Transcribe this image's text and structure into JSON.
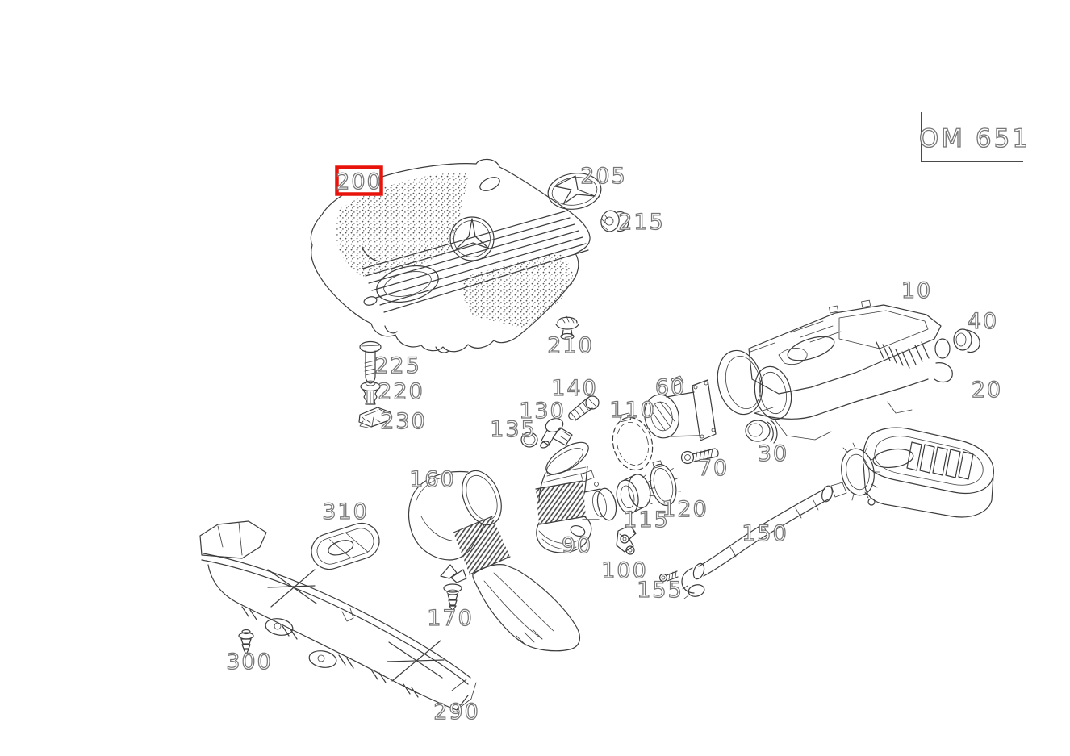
{
  "diagram": {
    "engine_code": "OM 651",
    "highlighted_part": "200",
    "colors": {
      "highlight": "#e8140c",
      "line": "#3c3c3c",
      "label_outline": "#767676",
      "background": "#ffffff"
    },
    "labels": [
      {
        "text": "200"
      },
      {
        "text": "205"
      },
      {
        "text": "215"
      },
      {
        "text": "210"
      },
      {
        "text": "225"
      },
      {
        "text": "220"
      },
      {
        "text": "230"
      },
      {
        "text": "10"
      },
      {
        "text": "40"
      },
      {
        "text": "20"
      },
      {
        "text": "30"
      },
      {
        "text": "70"
      },
      {
        "text": "60"
      },
      {
        "text": "110"
      },
      {
        "text": "140"
      },
      {
        "text": "130"
      },
      {
        "text": "135"
      },
      {
        "text": "160"
      },
      {
        "text": "120"
      },
      {
        "text": "115"
      },
      {
        "text": "90"
      },
      {
        "text": "100"
      },
      {
        "text": "155"
      },
      {
        "text": "150"
      },
      {
        "text": "310"
      },
      {
        "text": "170"
      },
      {
        "text": "300"
      },
      {
        "text": "290"
      }
    ]
  }
}
